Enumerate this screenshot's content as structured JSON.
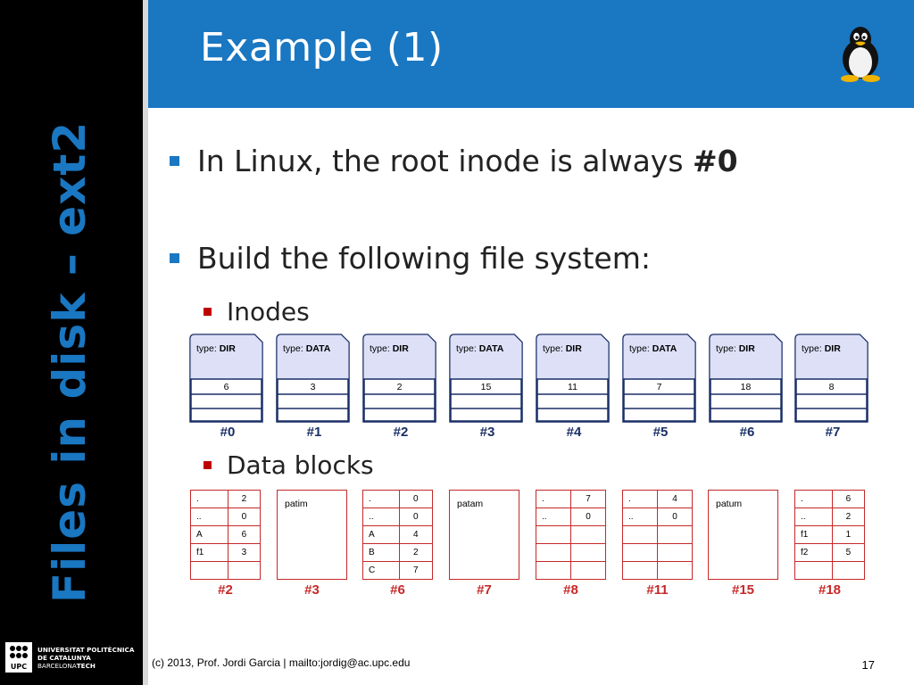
{
  "side_title": "Files in disk – ext2",
  "university": {
    "line1": "UNIVERSITAT POLITÈCNICA",
    "line2": "DE CATALUNYA",
    "line3a": "BARCELONA",
    "line3b": "TECH",
    "logo_label": "UPC"
  },
  "title": "Example (1)",
  "bullets": {
    "b1_text": "In Linux, the root inode is always ",
    "b1_bold": "#0",
    "b2_text": "Build the following file system:",
    "sub1": "Inodes",
    "sub2": "Data blocks"
  },
  "inodes": [
    {
      "type": "DIR",
      "ptr": "6",
      "label": "#0"
    },
    {
      "type": "DATA",
      "ptr": "3",
      "label": "#1"
    },
    {
      "type": "DIR",
      "ptr": "2",
      "label": "#2"
    },
    {
      "type": "DATA",
      "ptr": "15",
      "label": "#3"
    },
    {
      "type": "DIR",
      "ptr": "11",
      "label": "#4"
    },
    {
      "type": "DATA",
      "ptr": "7",
      "label": "#5"
    },
    {
      "type": "DIR",
      "ptr": "18",
      "label": "#6"
    },
    {
      "type": "DIR",
      "ptr": "8",
      "label": "#7"
    }
  ],
  "type_prefix": "type: ",
  "blocks": [
    {
      "label": "#2",
      "kind": "dir",
      "rows": [
        [
          ".",
          "2"
        ],
        [
          "..",
          "0"
        ],
        [
          "A",
          "6"
        ],
        [
          "f1",
          "3"
        ],
        [
          "",
          ""
        ]
      ]
    },
    {
      "label": "#3",
      "kind": "data",
      "text": "patim"
    },
    {
      "label": "#6",
      "kind": "dir",
      "rows": [
        [
          ".",
          "0"
        ],
        [
          "..",
          "0"
        ],
        [
          "A",
          "4"
        ],
        [
          "B",
          "2"
        ],
        [
          "C",
          "7"
        ]
      ]
    },
    {
      "label": "#7",
      "kind": "data",
      "text": "patam"
    },
    {
      "label": "#8",
      "kind": "dir",
      "rows": [
        [
          ".",
          "7"
        ],
        [
          "..",
          "0"
        ],
        [
          "",
          ""
        ],
        [
          "",
          ""
        ],
        [
          "",
          ""
        ]
      ]
    },
    {
      "label": "#11",
      "kind": "dir",
      "rows": [
        [
          ".",
          "4"
        ],
        [
          "..",
          "0"
        ],
        [
          "",
          ""
        ],
        [
          "",
          ""
        ],
        [
          "",
          ""
        ]
      ]
    },
    {
      "label": "#15",
      "kind": "data",
      "text": "patum"
    },
    {
      "label": "#18",
      "kind": "dir",
      "rows": [
        [
          ".",
          "6"
        ],
        [
          "..",
          "2"
        ],
        [
          "f1",
          "1"
        ],
        [
          "f2",
          "5"
        ],
        [
          "",
          ""
        ]
      ]
    }
  ],
  "footer": "(c) 2013, Prof. Jordi Garcia | mailto:jordig@ac.upc.edu",
  "page_number": "17",
  "colors": {
    "accent_blue": "#1a77c2",
    "block_red": "#c62828",
    "inode_navy": "#1a2f66",
    "inode_fill": "#dde0f7"
  }
}
